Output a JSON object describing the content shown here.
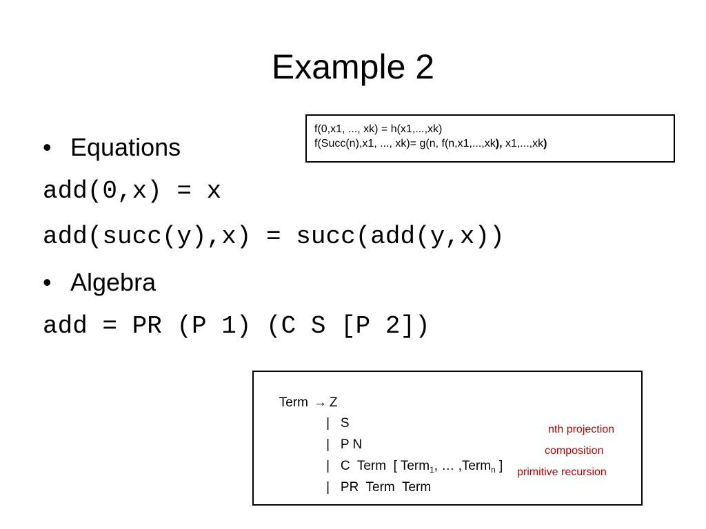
{
  "slide": {
    "title": "Example 2"
  },
  "bullets": {
    "equations": "Equations",
    "algebra": "Algebra",
    "symbol": "•"
  },
  "code": {
    "line1": "add(0,x) = x",
    "line2": "add(succ(y),x) = succ(add(y,x))",
    "line3": "add = PR (P 1) (C S [P 2])"
  },
  "schema_box": {
    "line1": "f(0,x1, ..., xk) = h(x1,...,xk)",
    "line2_a": "f(Succ(n),x1, ..., xk)= g(n, f(n,x1,...,xk",
    "line2_b": "),",
    "line2_c": " x1,...,xk",
    "line2_d": ")"
  },
  "grammar_box": {
    "term": "Term",
    "arrow": "→",
    "rule_z": "Z",
    "bar": "|",
    "rule_s": "S",
    "rule_p": "P N",
    "rule_c_a": "C  Term  [ Term",
    "rule_c_sub1": "1",
    "rule_c_b": ", … ,Term",
    "rule_c_subn": "n",
    "rule_c_c": " ]",
    "rule_pr": "PR  Term  Term",
    "note_p": "nth projection",
    "note_c": "composition",
    "note_pr": "primitive recursion"
  },
  "colors": {
    "note": "#c00000",
    "text": "#000000",
    "background": "#ffffff"
  }
}
